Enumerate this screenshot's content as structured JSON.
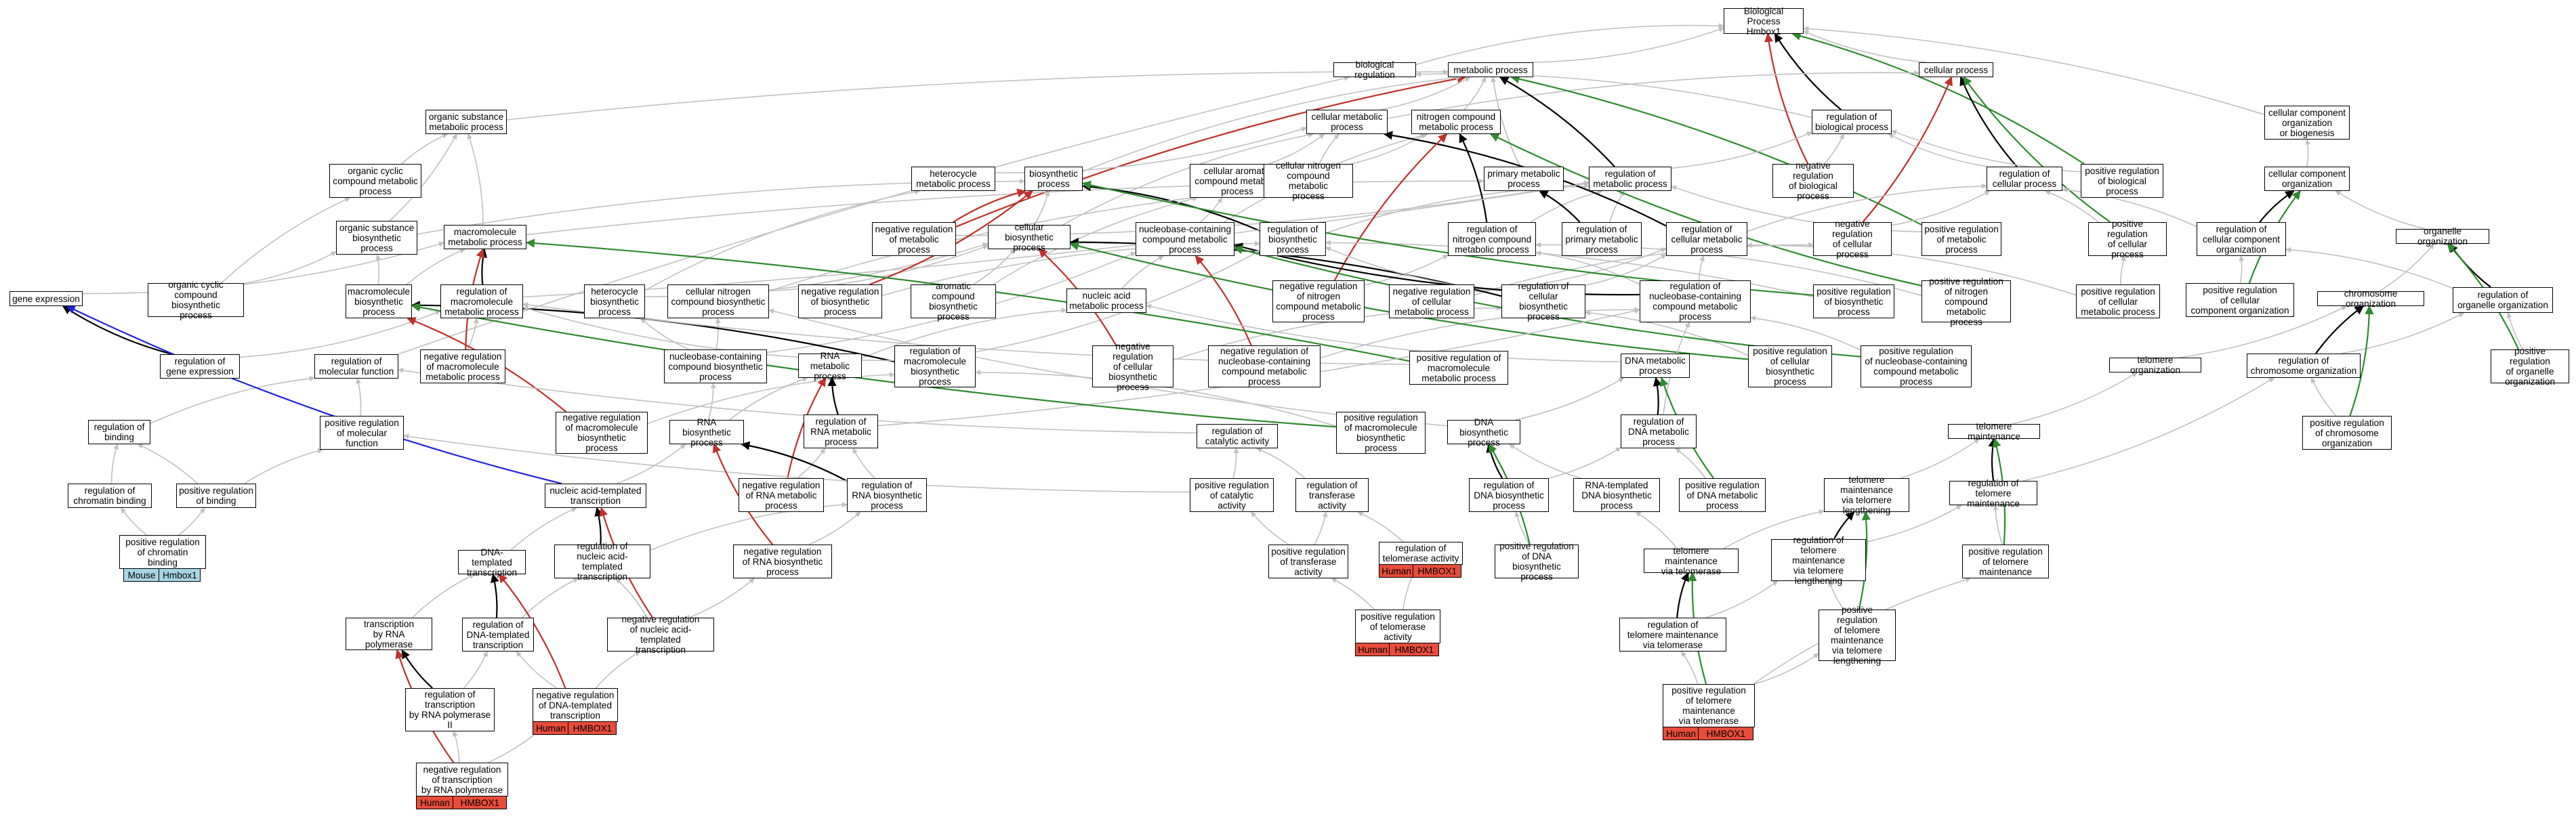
{
  "colors": {
    "grey": "#c0c0c0",
    "black": "#000000",
    "red": "#c0302a",
    "green": "#2e8b2e",
    "blue": "#2020e0",
    "human": "#e74c3c",
    "mouse": "#a8d4e6"
  },
  "nodes": {
    "bp": "Biological Process\nHmbox1",
    "bioreg": "biological regulation",
    "metproc": "metabolic process",
    "cellproc": "cellular process",
    "ccorg_bio": "cellular component\norganization\nor biogenesis",
    "orgsub": "organic substance\nmetabolic process",
    "cellmet": "cellular metabolic\nprocess",
    "nitmet": "nitrogen compound\nmetabolic process",
    "regbio": "regulation of\nbiological process",
    "ccorg": "cellular component\norganization",
    "orgcyc": "organic cyclic\ncompound metabolic\nprocess",
    "hetmet": "heterocycle\nmetabolic process",
    "biosyn": "biosynthetic\nprocess",
    "cellarom": "cellular aromatic\ncompound metabolic\nprocess",
    "cellnitmet": "cellular nitrogen\ncompound metabolic\nprocess",
    "primmet": "primary metabolic\nprocess",
    "regmet": "regulation of\nmetabolic process",
    "negregbio": "negative regulation\nof biological\nprocess",
    "regcell": "regulation of\ncellular process",
    "posregbio": "positive regulation\nof biological\nprocess",
    "orgsubbio": "organic substance\nbiosynthetic\nprocess",
    "macromet": "macromolecule\nmetabolic process",
    "negregmet": "negative regulation\nof metabolic\nprocess",
    "cellbio": "cellular biosynthetic\nprocess",
    "nuccont": "nucleobase-containing\ncompound metabolic\nprocess",
    "regbiosyn": "regulation of\nbiosynthetic\nprocess",
    "regnitmet": "regulation of\nnitrogen compound\nmetabolic process",
    "regprimmet": "regulation of\nprimary metabolic\nprocess",
    "regcellmet": "regulation of\ncellular metabolic\nprocess",
    "negregcell": "negative regulation\nof cellular\nprocess",
    "posregmet": "positive regulation\nof metabolic\nprocess",
    "posregcell": "positive regulation\nof cellular\nprocess",
    "regccorg": "regulation of\ncellular component\norganization",
    "orgorg": "organelle organization",
    "geneexp": "gene expression",
    "orgcycbio": "organic cyclic\ncompound biosynthetic\nprocess",
    "macrobio": "macromolecule\nbiosynthetic\nprocess",
    "regmacromet": "regulation of\nmacromolecule\nmetabolic process",
    "hetbio": "heterocycle\nbiosynthetic\nprocess",
    "cellnitbio": "cellular nitrogen\ncompound biosynthetic\nprocess",
    "negregbiosyn": "negative regulation\nof biosynthetic\nprocess",
    "arombio": "aromatic compound\nbiosynthetic\nprocess",
    "nucacidmet": "nucleic acid\nmetabolic process",
    "negregnitmet": "negative regulation\nof nitrogen\ncompound metabolic\nprocess",
    "negregcellmet": "negative regulation\nof cellular\nmetabolic process",
    "regcellbio": "regulation of\ncellular biosynthetic\nprocess",
    "regnuccont": "regulation of\nnucleobase-containing\ncompound metabolic\nprocess",
    "posregbiosyn": "positive regulation\nof biosynthetic\nprocess",
    "posregnitmet": "positive regulation\nof nitrogen\ncompound metabolic\nprocess",
    "posregcellmet": "positive regulation\nof cellular\nmetabolic process",
    "posregccorg": "positive regulation\nof cellular\ncomponent organization",
    "chromorg": "chromosome organization",
    "regorgorg": "regulation of\norganelle organization",
    "reggeneexp": "regulation of\ngene expression",
    "regmolfunc": "regulation of\nmolecular function",
    "negregmacromet": "negative regulation\nof macromolecule\nmetabolic process",
    "nuccontbio": "nucleobase-containing\ncompound biosynthetic\nprocess",
    "rnamet": "RNA metabolic\nprocess",
    "regmacrobio": "regulation of\nmacromolecule\nbiosynthetic\nprocess",
    "negregcellbio": "negative regulation\nof cellular\nbiosynthetic\nprocess",
    "negregnuccont": "negative regulation of\nnucleobase-containing\ncompound metabolic\nprocess",
    "posregmacromet": "positive regulation of\nmacromolecule\nmetabolic process",
    "dnamet": "DNA metabolic\nprocess",
    "posregcellbio": "positive regulation\nof cellular\nbiosynthetic\nprocess",
    "posregnuccont": "positive regulation\nof nucleobase-containing\ncompound metabolic\nprocess",
    "telorg": "telomere organization",
    "regchromorg": "regulation of\nchromosome organization",
    "posregorgorg": "positive regulation\nof organelle\norganization",
    "regbinding": "regulation of\nbinding",
    "posregmolfunc": "positive regulation\nof molecular\nfunction",
    "negregmacrobio": "negative regulation\nof macromolecule\nbiosynthetic\nprocess",
    "rnabio": "RNA biosynthetic\nprocess",
    "regrnamet": "regulation of\nRNA metabolic\nprocess",
    "regcatact": "regulation of\ncatalytic activity",
    "posregmacrobio": "positive regulation\nof macromolecule\nbiosynthetic\nprocess",
    "dnabio": "DNA biosynthetic\nprocess",
    "regdnamet": "regulation of\nDNA metabolic\nprocess",
    "telmaint": "telomere maintenance",
    "posregchromorg": "positive regulation\nof chromosome\norganization",
    "regchrombind": "regulation of\nchromatin binding",
    "posregbinding": "positive regulation\nof binding",
    "nucacidtx": "nucleic acid-templated\ntranscription",
    "negregrnamet": "negative regulation\nof RNA metabolic\nprocess",
    "regrnabio": "regulation of\nRNA biosynthetic\nprocess",
    "posregcatact": "positive regulation\nof catalytic\nactivity",
    "regtransact": "regulation of\ntransferase\nactivity",
    "regdnabio": "regulation of\nDNA biosynthetic\nprocess",
    "rnatempdnabio": "RNA-templated\nDNA biosynthetic\nprocess",
    "posregdnamet": "positive regulation\nof DNA metabolic\nprocess",
    "telmaintlen": "telomere maintenance\nvia telomere\nlengthening",
    "regtelmaint": "regulation of\ntelomere maintenance",
    "posregchrombind": "positive regulation\nof chromatin\nbinding",
    "dnatx": "DNA-templated\ntranscription",
    "regnucacidtx": "regulation of\nnucleic acid-templated\ntranscription",
    "negregrnabio": "negative regulation\nof RNA biosynthetic\nprocess",
    "posregtransact": "positive regulation\nof transferase\nactivity",
    "regtelact": "regulation of\ntelomerase activity",
    "posregdnabio": "positive regulation\nof DNA biosynthetic\nprocess",
    "telmaintvia": "telomere maintenance\nvia telomerase",
    "regtelmaintlen": "regulation of\ntelomere maintenance\nvia telomere\nlengthening",
    "posregtelmaint": "positive regulation\nof telomere\nmaintenance",
    "txrnapol": "transcription\nby RNA polymerase",
    "regdnatx": "regulation of\nDNA-templated\ntranscription",
    "negregnucacidtx": "negative regulation\nof nucleic acid-templated\ntranscription",
    "posregtelact": "positive regulation\nof telomerase\nactivity",
    "regtelmaintvia": "regulation of\ntelomere maintenance\nvia telomerase",
    "posregtelmaintlen": "positive regulation\nof telomere\nmaintenance\nvia telomere\nlengthening",
    "regtxrnapol2": "regulation of\ntranscription\nby RNA polymerase\nII",
    "negregdnatx": "negative regulation\nof DNA-templated\ntranscription",
    "posregtelmaintvia": "positive regulation\nof telomere\nmaintenance\nvia telomerase",
    "negregtxrnapol": "negative regulation\nof transcription\nby RNA polymerase"
  },
  "tags": {
    "species_human": "Human",
    "species_mouse": "Mouse",
    "gene_human": "HMBOX1",
    "gene_mouse": "Hmbox1"
  }
}
